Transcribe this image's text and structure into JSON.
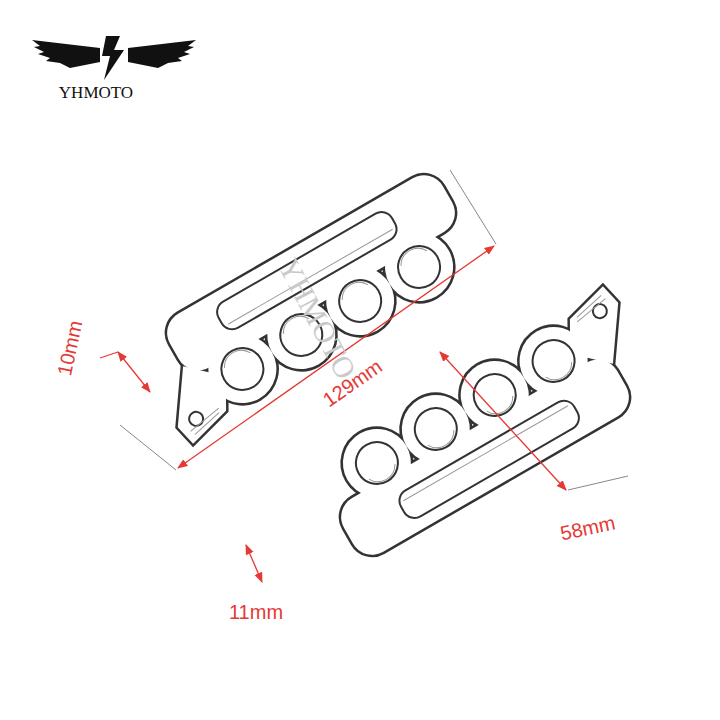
{
  "diagram": {
    "labels": [
      "YHMOTO",
      "10mm",
      "129mm",
      "58mm",
      "11mm",
      "YHMOTO"
    ]
  }
}
